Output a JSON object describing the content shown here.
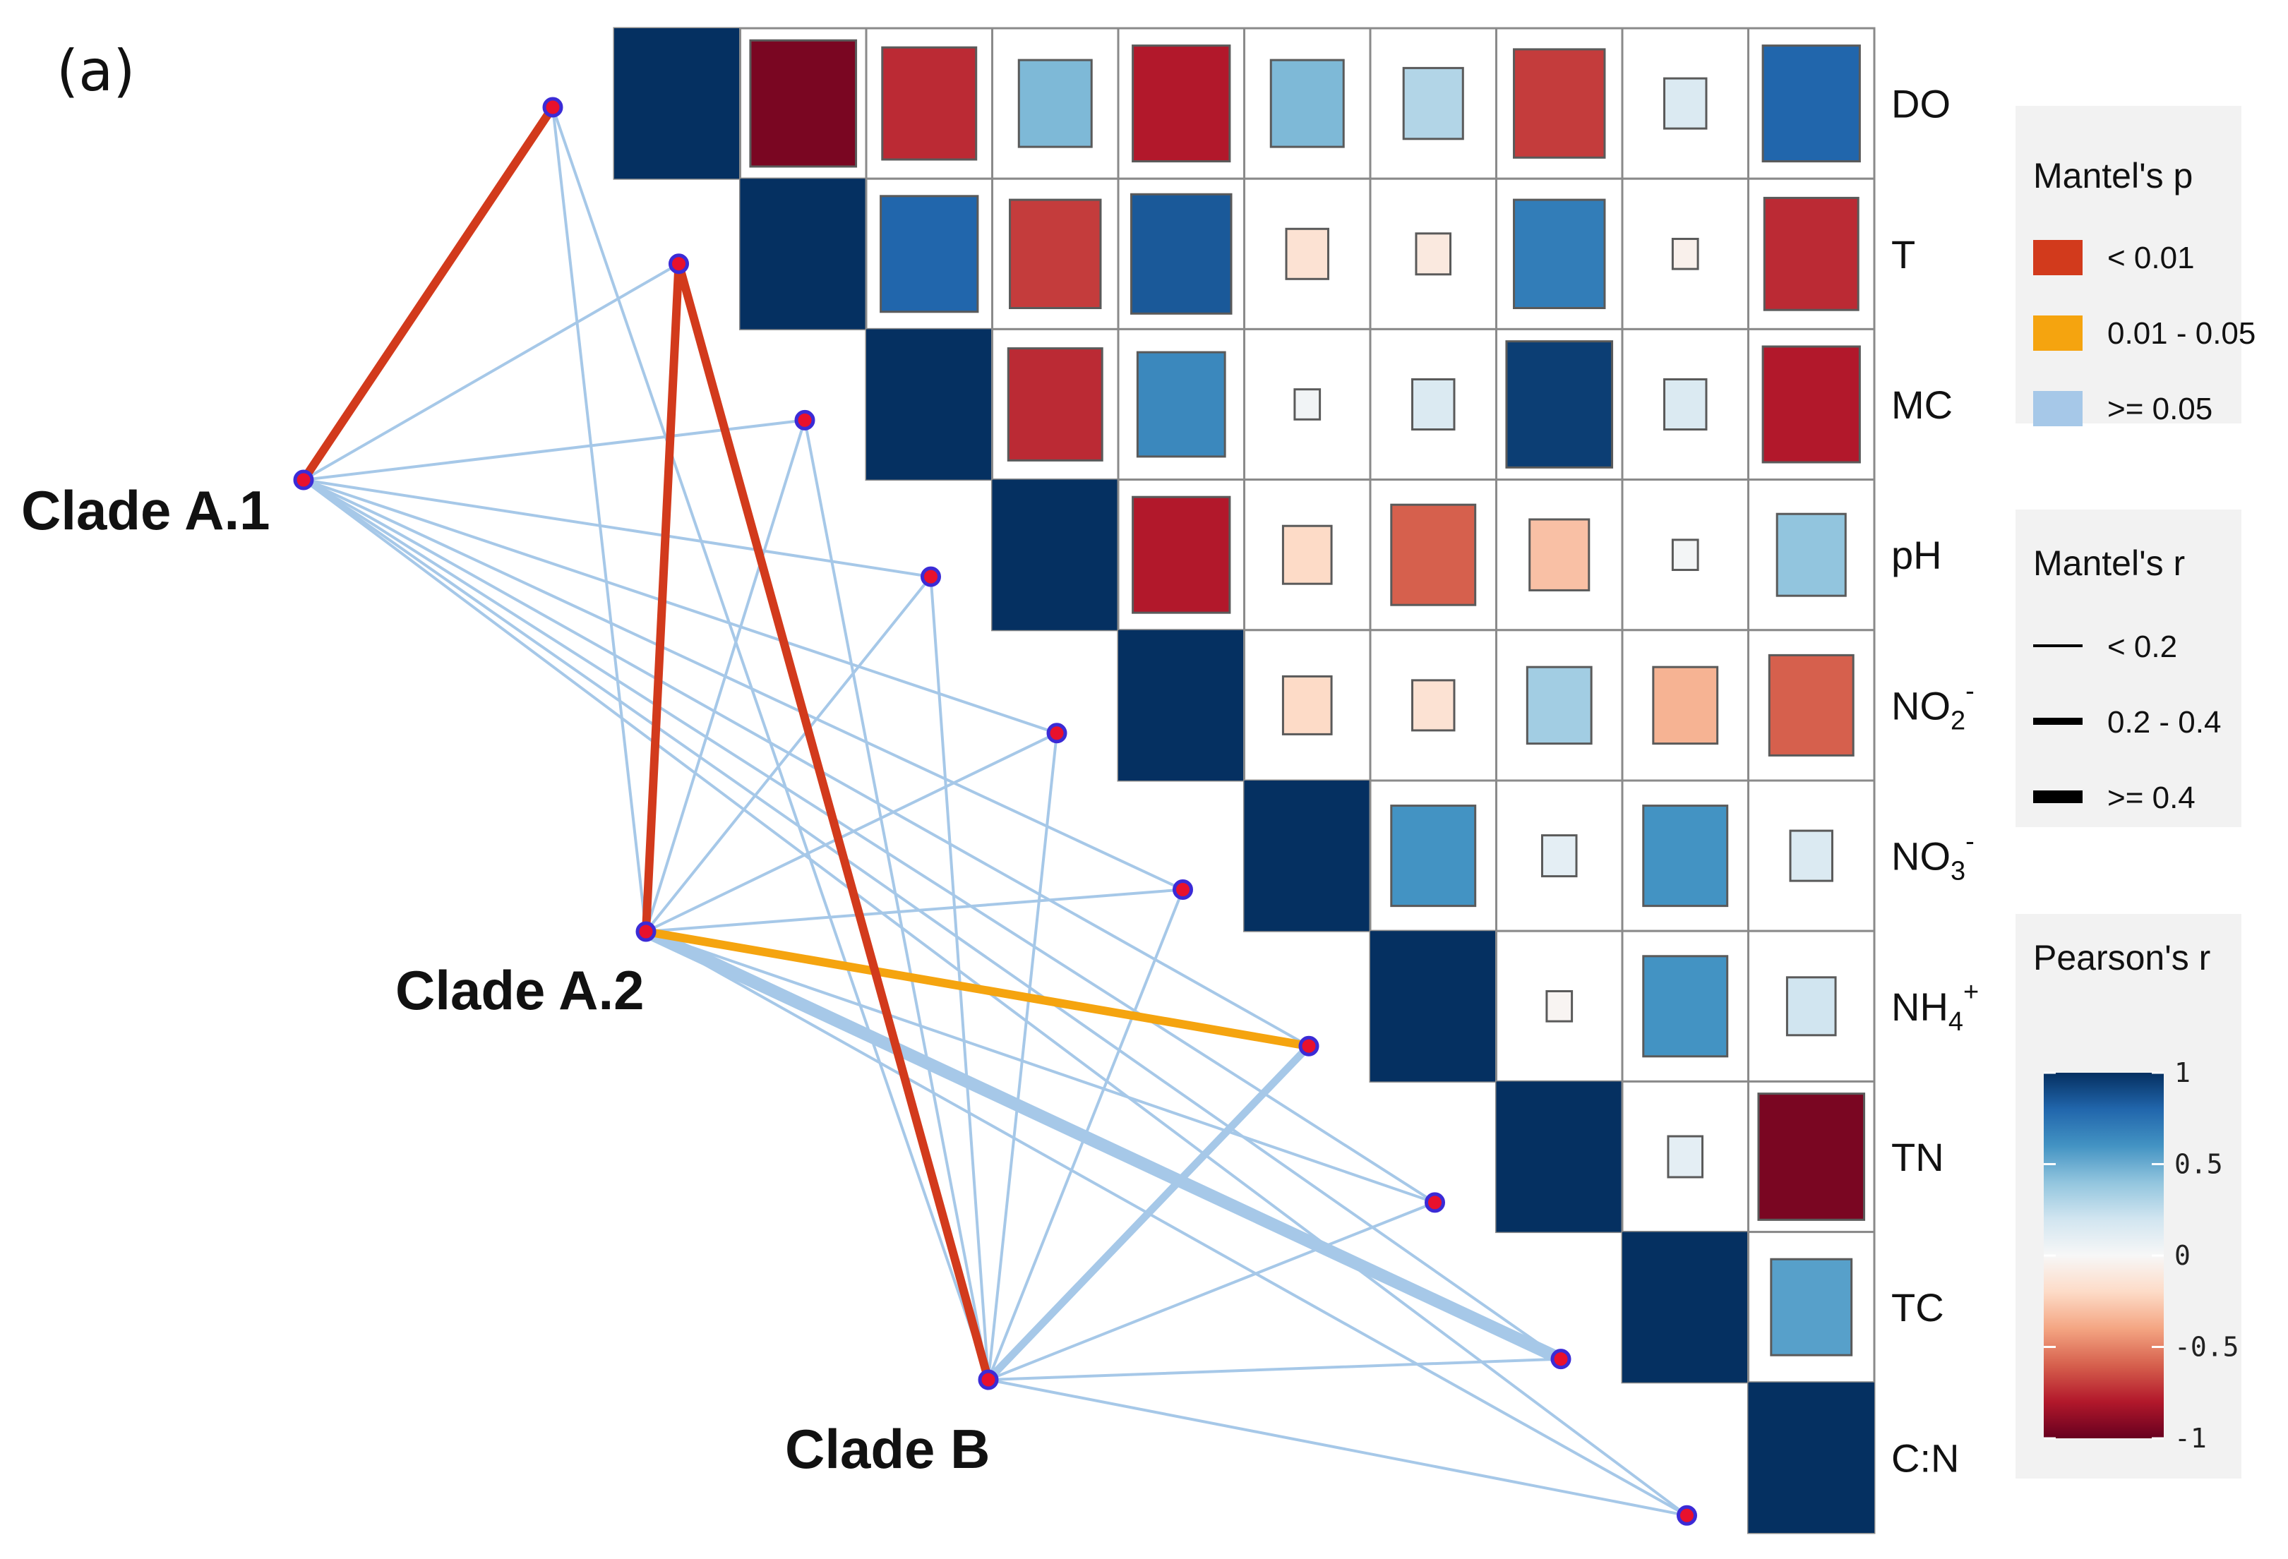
{
  "panel_label": "(a)",
  "chart_data": {
    "type": "heatmap",
    "variables": [
      "DO",
      "T",
      "MC",
      "pH",
      "NO2-",
      "NO3-",
      "NH4+",
      "TN",
      "TC",
      "C:N"
    ],
    "variable_labels": [
      {
        "base": "DO",
        "sub": "",
        "sup": ""
      },
      {
        "base": "T",
        "sub": "",
        "sup": ""
      },
      {
        "base": "MC",
        "sub": "",
        "sup": ""
      },
      {
        "base": "pH",
        "sub": "",
        "sup": ""
      },
      {
        "base": "NO",
        "sub": "2",
        "sup": "-"
      },
      {
        "base": "NO",
        "sub": "3",
        "sup": "-"
      },
      {
        "base": "NH",
        "sub": "4",
        "sup": "+"
      },
      {
        "base": "TN",
        "sub": "",
        "sup": ""
      },
      {
        "base": "TC",
        "sub": "",
        "sup": ""
      },
      {
        "base": "C:N",
        "sub": "",
        "sup": ""
      }
    ],
    "pearson_r": [
      [
        1,
        -0.95,
        -0.75,
        0.45,
        -0.8,
        0.45,
        0.3,
        -0.7,
        0.15,
        0.8
      ],
      [
        null,
        1,
        0.8,
        -0.7,
        0.85,
        -0.15,
        -0.1,
        0.7,
        -0.05,
        -0.75
      ],
      [
        null,
        null,
        1,
        -0.75,
        0.65,
        0.03,
        0.15,
        0.95,
        0.15,
        -0.8
      ],
      [
        null,
        null,
        null,
        1,
        -0.8,
        -0.2,
        -0.6,
        -0.3,
        0.02,
        0.4
      ],
      [
        null,
        null,
        null,
        null,
        1,
        -0.2,
        -0.15,
        0.35,
        -0.35,
        -0.6
      ],
      [
        null,
        null,
        null,
        null,
        null,
        1,
        0.6,
        0.1,
        0.6,
        0.15
      ],
      [
        null,
        null,
        null,
        null,
        null,
        null,
        1,
        -0.02,
        0.6,
        0.2
      ],
      [
        null,
        null,
        null,
        null,
        null,
        null,
        null,
        1,
        0.1,
        -0.95
      ],
      [
        null,
        null,
        null,
        null,
        null,
        null,
        null,
        null,
        1,
        0.55
      ],
      [
        null,
        null,
        null,
        null,
        null,
        null,
        null,
        null,
        null,
        1
      ]
    ],
    "clades": [
      "Clade A.1",
      "Clade A.2",
      "Clade B"
    ],
    "mantel_links": [
      {
        "from": "Clade A.1",
        "to": "DO",
        "p_class": "< 0.01",
        "r_class": "0.2 - 0.4"
      },
      {
        "from": "Clade A.1",
        "to": "T",
        "p_class": ">= 0.05",
        "r_class": "< 0.2"
      },
      {
        "from": "Clade A.1",
        "to": "MC",
        "p_class": ">= 0.05",
        "r_class": "< 0.2"
      },
      {
        "from": "Clade A.1",
        "to": "pH",
        "p_class": ">= 0.05",
        "r_class": "< 0.2"
      },
      {
        "from": "Clade A.1",
        "to": "NO2-",
        "p_class": ">= 0.05",
        "r_class": "< 0.2"
      },
      {
        "from": "Clade A.1",
        "to": "NO3-",
        "p_class": ">= 0.05",
        "r_class": "< 0.2"
      },
      {
        "from": "Clade A.1",
        "to": "NH4+",
        "p_class": ">= 0.05",
        "r_class": "< 0.2"
      },
      {
        "from": "Clade A.1",
        "to": "TN",
        "p_class": ">= 0.05",
        "r_class": "< 0.2"
      },
      {
        "from": "Clade A.1",
        "to": "TC",
        "p_class": ">= 0.05",
        "r_class": "< 0.2"
      },
      {
        "from": "Clade A.1",
        "to": "C:N",
        "p_class": ">= 0.05",
        "r_class": "< 0.2"
      },
      {
        "from": "Clade A.2",
        "to": "DO",
        "p_class": ">= 0.05",
        "r_class": "< 0.2"
      },
      {
        "from": "Clade A.2",
        "to": "T",
        "p_class": "< 0.01",
        "r_class": "0.2 - 0.4"
      },
      {
        "from": "Clade A.2",
        "to": "MC",
        "p_class": ">= 0.05",
        "r_class": "< 0.2"
      },
      {
        "from": "Clade A.2",
        "to": "pH",
        "p_class": ">= 0.05",
        "r_class": "< 0.2"
      },
      {
        "from": "Clade A.2",
        "to": "NO2-",
        "p_class": ">= 0.05",
        "r_class": "< 0.2"
      },
      {
        "from": "Clade A.2",
        "to": "NO3-",
        "p_class": ">= 0.05",
        "r_class": "< 0.2"
      },
      {
        "from": "Clade A.2",
        "to": "NH4+",
        "p_class": "0.01 - 0.05",
        "r_class": "0.2 - 0.4"
      },
      {
        "from": "Clade A.2",
        "to": "TN",
        "p_class": ">= 0.05",
        "r_class": "< 0.2"
      },
      {
        "from": "Clade A.2",
        "to": "TC",
        "p_class": ">= 0.05",
        "r_class": ">= 0.4"
      },
      {
        "from": "Clade A.2",
        "to": "C:N",
        "p_class": ">= 0.05",
        "r_class": "< 0.2"
      },
      {
        "from": "Clade B",
        "to": "DO",
        "p_class": ">= 0.05",
        "r_class": "< 0.2"
      },
      {
        "from": "Clade B",
        "to": "T",
        "p_class": "< 0.01",
        "r_class": "0.2 - 0.4"
      },
      {
        "from": "Clade B",
        "to": "MC",
        "p_class": ">= 0.05",
        "r_class": "< 0.2"
      },
      {
        "from": "Clade B",
        "to": "pH",
        "p_class": ">= 0.05",
        "r_class": "< 0.2"
      },
      {
        "from": "Clade B",
        "to": "NO2-",
        "p_class": ">= 0.05",
        "r_class": "< 0.2"
      },
      {
        "from": "Clade B",
        "to": "NO3-",
        "p_class": ">= 0.05",
        "r_class": "< 0.2"
      },
      {
        "from": "Clade B",
        "to": "NH4+",
        "p_class": ">= 0.05",
        "r_class": "0.2 - 0.4"
      },
      {
        "from": "Clade B",
        "to": "TN",
        "p_class": ">= 0.05",
        "r_class": "< 0.2"
      },
      {
        "from": "Clade B",
        "to": "TC",
        "p_class": ">= 0.05",
        "r_class": "< 0.2"
      },
      {
        "from": "Clade B",
        "to": "C:N",
        "p_class": ">= 0.05",
        "r_class": "< 0.2"
      }
    ],
    "legend": {
      "mantel_p": {
        "title": "Mantel's p",
        "items": [
          {
            "label": "< 0.01",
            "color": "#d23a1c"
          },
          {
            "label": "0.01 - 0.05",
            "color": "#f5a40f"
          },
          {
            "label": ">= 0.05",
            "color": "#a6c8e8"
          }
        ]
      },
      "mantel_r": {
        "title": "Mantel's r",
        "items": [
          {
            "label": "< 0.2"
          },
          {
            "label": "0.2 - 0.4"
          },
          {
            "label": ">= 0.4"
          }
        ]
      },
      "pearson_r": {
        "title": "Pearson's r",
        "ticks": [
          1,
          0.5,
          0,
          -0.5,
          -1
        ],
        "tick_labels": [
          "1",
          "0.5",
          "0",
          "-0.5",
          "-1"
        ],
        "colors": [
          "#67001f",
          "#b2182b",
          "#d6604d",
          "#f4a582",
          "#fddbc7",
          "#f7f7f7",
          "#d1e5f0",
          "#92c5de",
          "#4393c3",
          "#2166ac",
          "#053061"
        ]
      }
    },
    "grid": true,
    "legend_position": "right"
  }
}
